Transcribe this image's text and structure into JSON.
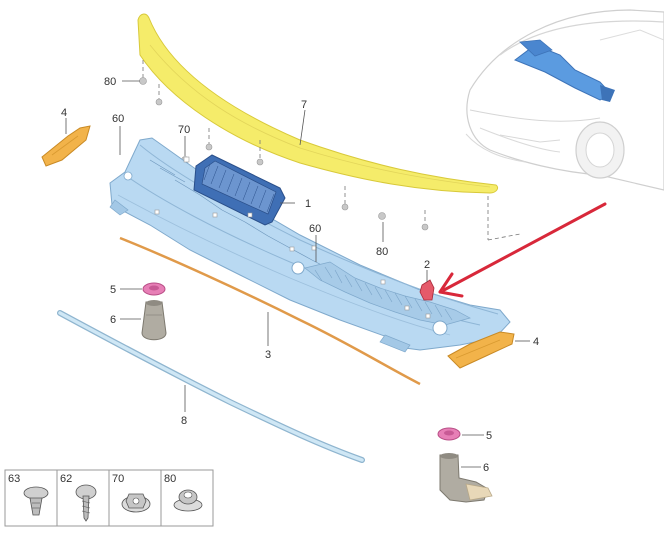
{
  "diagram": {
    "callouts": {
      "c80a": "80",
      "c7": "7",
      "c4a": "4",
      "c60a": "60",
      "c70": "70",
      "c1": "1",
      "c60b": "60",
      "c80b": "80",
      "c2": "2",
      "c5a": "5",
      "c6a": "6",
      "c3": "3",
      "c4b": "4",
      "c8": "8",
      "c5b": "5",
      "c6b": "6"
    },
    "fastener_legend": [
      "63",
      "62",
      "70",
      "80"
    ],
    "colors": {
      "cowl_panel": "#b9d9f2",
      "wiper_seal": "#f5ec6a",
      "filter_housing": "#3f6fb5",
      "end_brackets": "#f2b34a",
      "sealing_strip": "#e09a4a",
      "hood_seal": "#b7dcef",
      "grommets": "#e77fb6",
      "drain_tubes": "#b0aca2",
      "pointer_arrow": "#d8283a",
      "vehicle_inset": "#e4e4e4"
    }
  }
}
